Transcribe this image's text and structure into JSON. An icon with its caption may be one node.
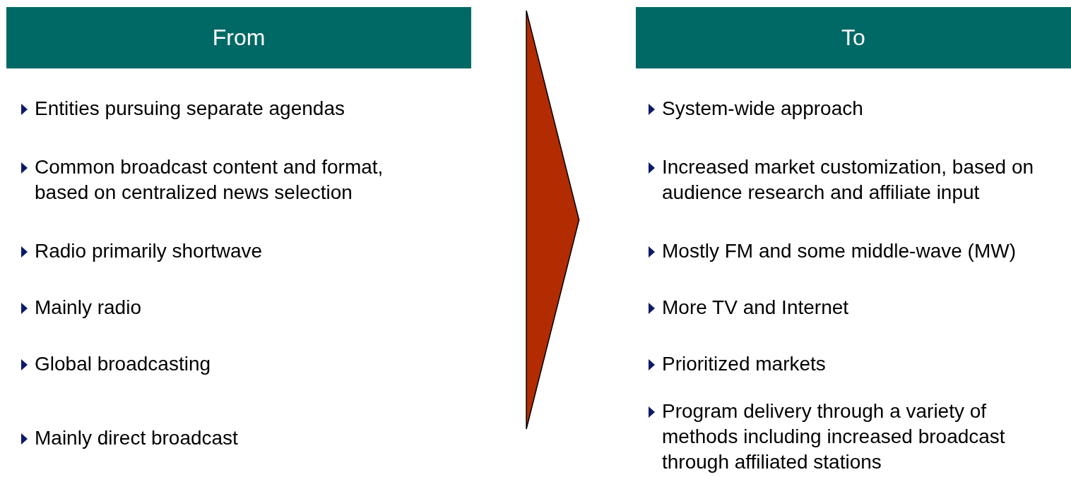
{
  "diagram": {
    "nodes": [
      {
        "text": [
          "From"
        ]
      },
      {
        "text": [
          "To"
        ]
      }
    ],
    "edges": [
      {
        "from": 0,
        "to": 1,
        "arrow": "to",
        "color": "#b32b00"
      }
    ],
    "labels": [
      "Entities pursuing separate agendas",
      "Common broadcast content and format, based on centralized news selection",
      "Radio primarily shortwave",
      "Mainly radio",
      "Global broadcasting",
      "Mainly direct broadcast",
      "System-wide approach",
      "Increased market customization, based on audience research and affiliate input",
      "Mostly FM and some middle-wave (MW)",
      "More TV and Internet",
      "Prioritized markets",
      "Program delivery through a variety of methods including increased broadcast through affiliated stations"
    ]
  }
}
